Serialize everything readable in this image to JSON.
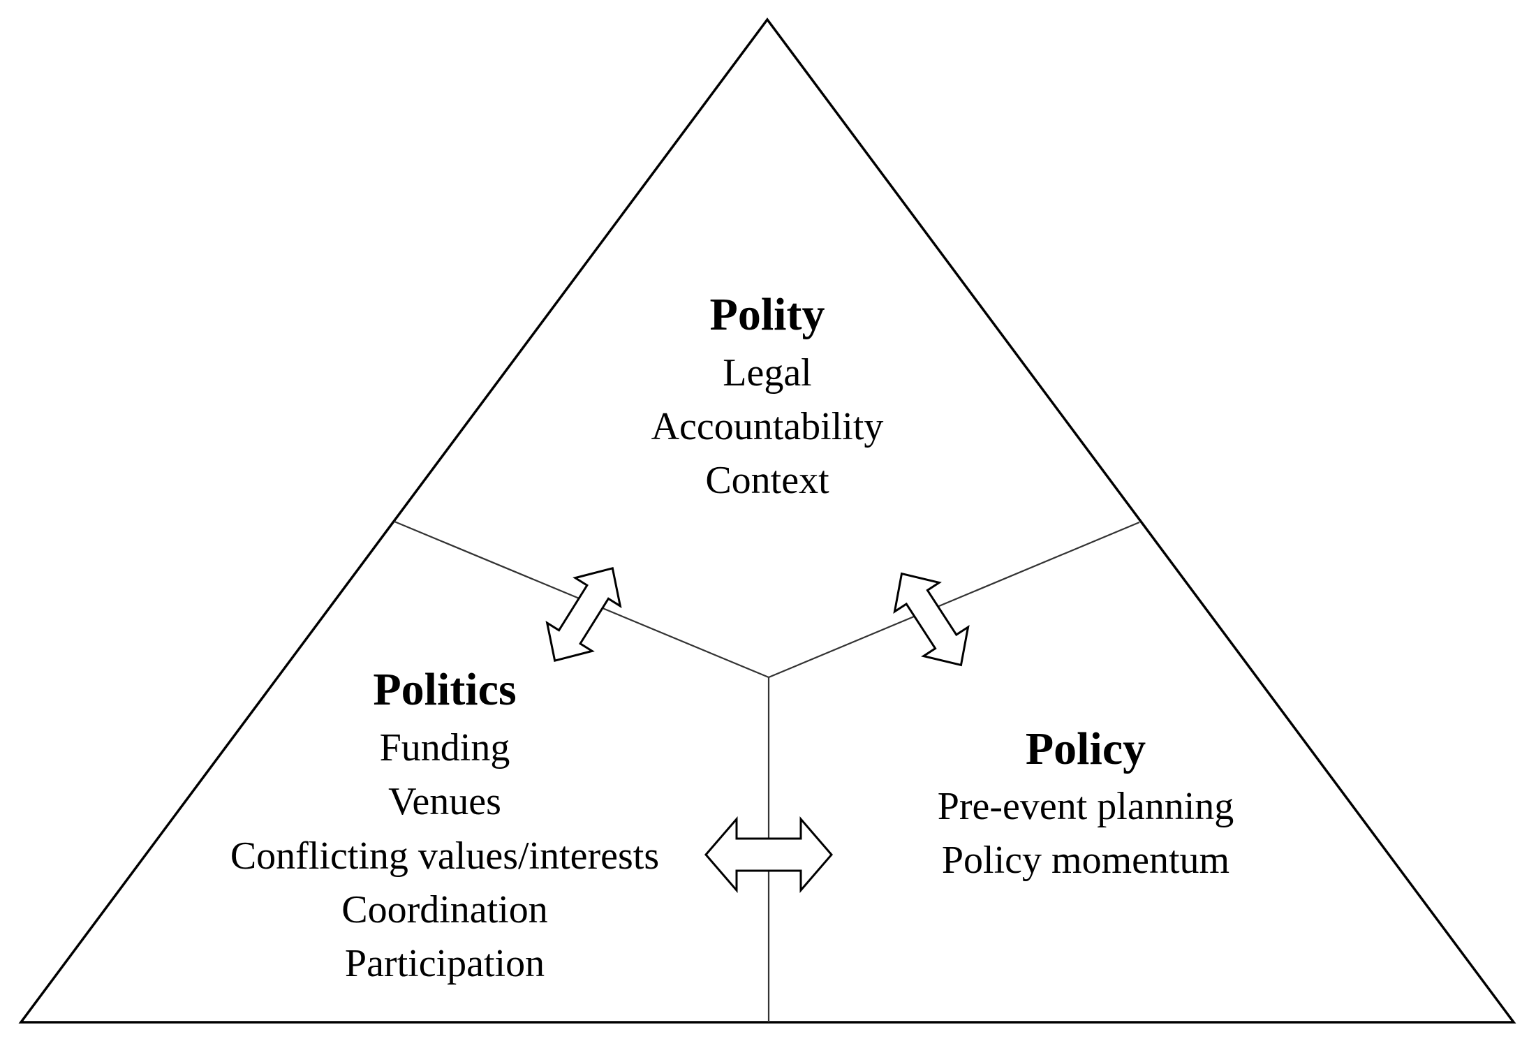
{
  "diagram": {
    "polity": {
      "title": "Polity",
      "items": [
        "Legal",
        "Accountability",
        "Context"
      ]
    },
    "politics": {
      "title": "Politics",
      "items": [
        "Funding",
        "Venues",
        "Conflicting values/interests",
        "Coordination",
        "Participation"
      ]
    },
    "policy": {
      "title": "Policy",
      "items": [
        "Pre-event planning",
        "Policy momentum"
      ]
    }
  }
}
